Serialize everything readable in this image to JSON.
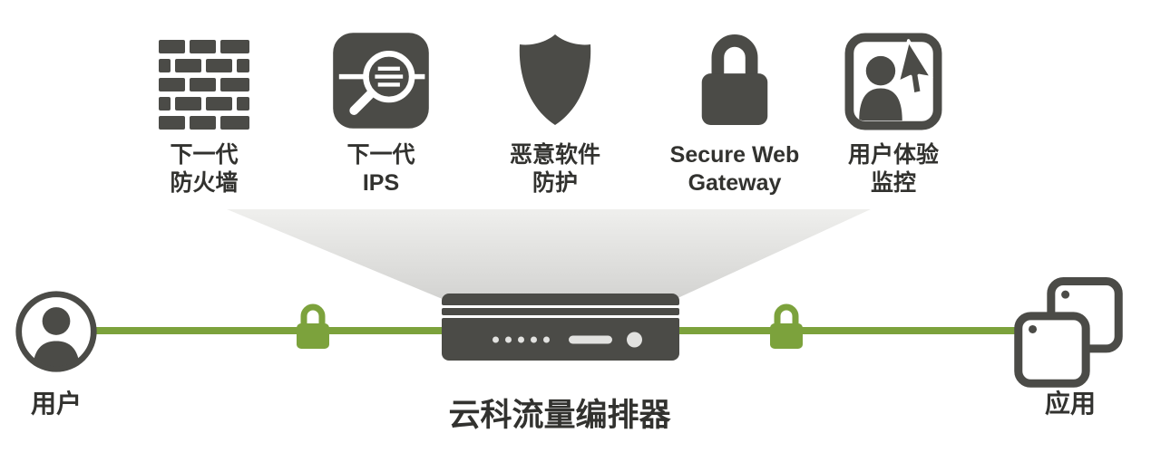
{
  "diagram_title": "traffic-orchestrator-security-chain",
  "colors": {
    "accent_green": "#7CA23C",
    "icon_gray": "#4B4B47",
    "funnel_top": "#EFEFED",
    "funnel_bottom": "#D3D3D1"
  },
  "services": [
    {
      "icon": "firewall-icon",
      "line1": "下一代",
      "line2": "防火墙"
    },
    {
      "icon": "ips-magnifier-icon",
      "line1": "下一代",
      "line2": "IPS"
    },
    {
      "icon": "malware-shield-icon",
      "line1": "恶意软件",
      "line2": "防护"
    },
    {
      "icon": "secure-web-gateway-lock-icon",
      "line1": "Secure Web",
      "line2": "Gateway"
    },
    {
      "icon": "user-experience-monitor-icon",
      "line1": "用户体验",
      "line2": "监控"
    }
  ],
  "orchestrator": {
    "label": "云科流量编排器"
  },
  "endpoints": {
    "user_label": "用户",
    "app_label": "应用"
  }
}
